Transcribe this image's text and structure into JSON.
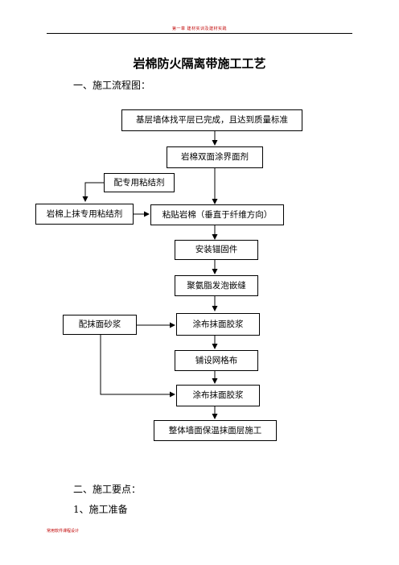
{
  "header": {
    "text": "第一章  建材实训及建材实践"
  },
  "title": "岩棉防火隔离带施工工艺",
  "section1": {
    "heading": "一、施工流程图："
  },
  "flowchart": {
    "boxes": [
      {
        "id": "base",
        "label": "基层墙体找平层已完成，且达到质量标准"
      },
      {
        "id": "primer",
        "label": "岩棉双面涂界面剂"
      },
      {
        "id": "adhesive_prep",
        "label": "配专用粘结剂"
      },
      {
        "id": "adhesive_apply",
        "label": "岩棉上抹专用粘结剂"
      },
      {
        "id": "paste",
        "label": "粘贴岩棉（垂直于纤维方向）"
      },
      {
        "id": "anchors",
        "label": "安装锚固件"
      },
      {
        "id": "foam",
        "label": "聚氨脂发泡嵌缝"
      },
      {
        "id": "mortar_prep",
        "label": "配抹面砂浆"
      },
      {
        "id": "coat1",
        "label": "涂布抹面胶浆"
      },
      {
        "id": "mesh",
        "label": "铺设网格布"
      },
      {
        "id": "coat2",
        "label": "涂布抹面胶浆"
      },
      {
        "id": "final",
        "label": "整体墙面保温抹面层施工"
      }
    ]
  },
  "section2": {
    "heading": "二、施工要点："
  },
  "subsection1": {
    "heading": "1、施工准备"
  },
  "footer": {
    "text": "常用软件课程设计"
  }
}
